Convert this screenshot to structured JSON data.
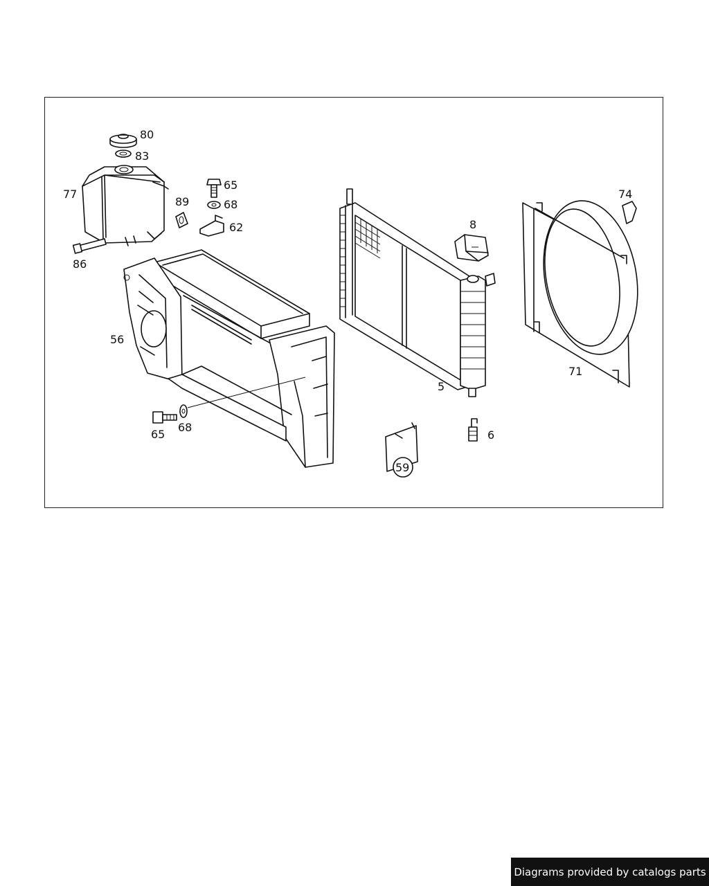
{
  "diagram": {
    "callouts": {
      "c80": "80",
      "c83": "83",
      "c77": "77",
      "c86": "86",
      "c89": "89",
      "c65a": "65",
      "c68a": "68",
      "c62": "62",
      "c56": "56",
      "c65b": "65",
      "c68b": "68",
      "c8": "8",
      "c5": "5",
      "c6": "6",
      "c59": "59",
      "c74": "74",
      "c71": "71"
    }
  },
  "footer": {
    "credit": "Diagrams provided by catalogs parts"
  }
}
